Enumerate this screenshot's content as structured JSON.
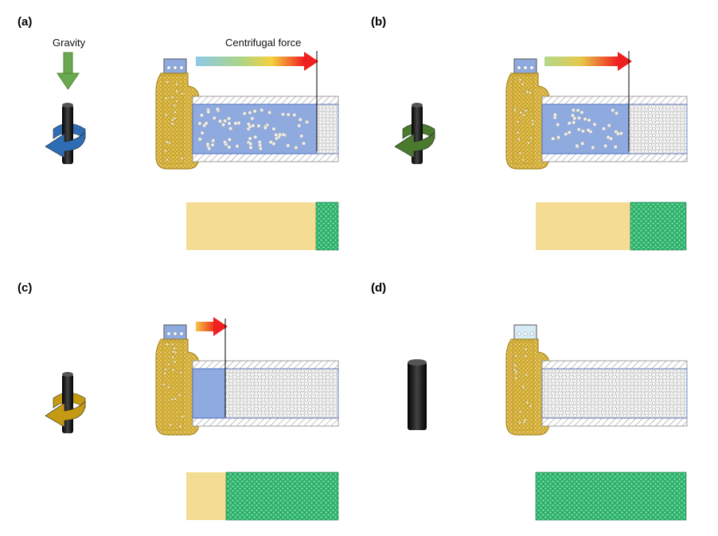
{
  "panels": [
    {
      "label": "(a)",
      "rotation_color": "#2e6db4",
      "fill_state": "start"
    },
    {
      "label": "(b)",
      "rotation_color": "#4a7a2e",
      "fill_state": "mid"
    },
    {
      "label": "(c)",
      "rotation_color": "#c49a12",
      "fill_state": "late"
    },
    {
      "label": "(d)",
      "rotation_color": "none",
      "fill_state": "complete"
    }
  ],
  "annotations": {
    "gravity": "Gravity",
    "centrifugal": "Centrifugal force"
  },
  "colors": {
    "liquid": "#8eaadf",
    "liquid_edge": "#4d6fc0",
    "preform": "#f5dc95",
    "composite": "#2db36b",
    "mold_hatch": "#999999",
    "reservoir": "#c9a227",
    "rod": "#1c1c1c"
  },
  "icons": [
    "gravity-arrow-icon",
    "rotation-arrow-icon",
    "centrifugal-arrow-icon",
    "particle-icon"
  ]
}
